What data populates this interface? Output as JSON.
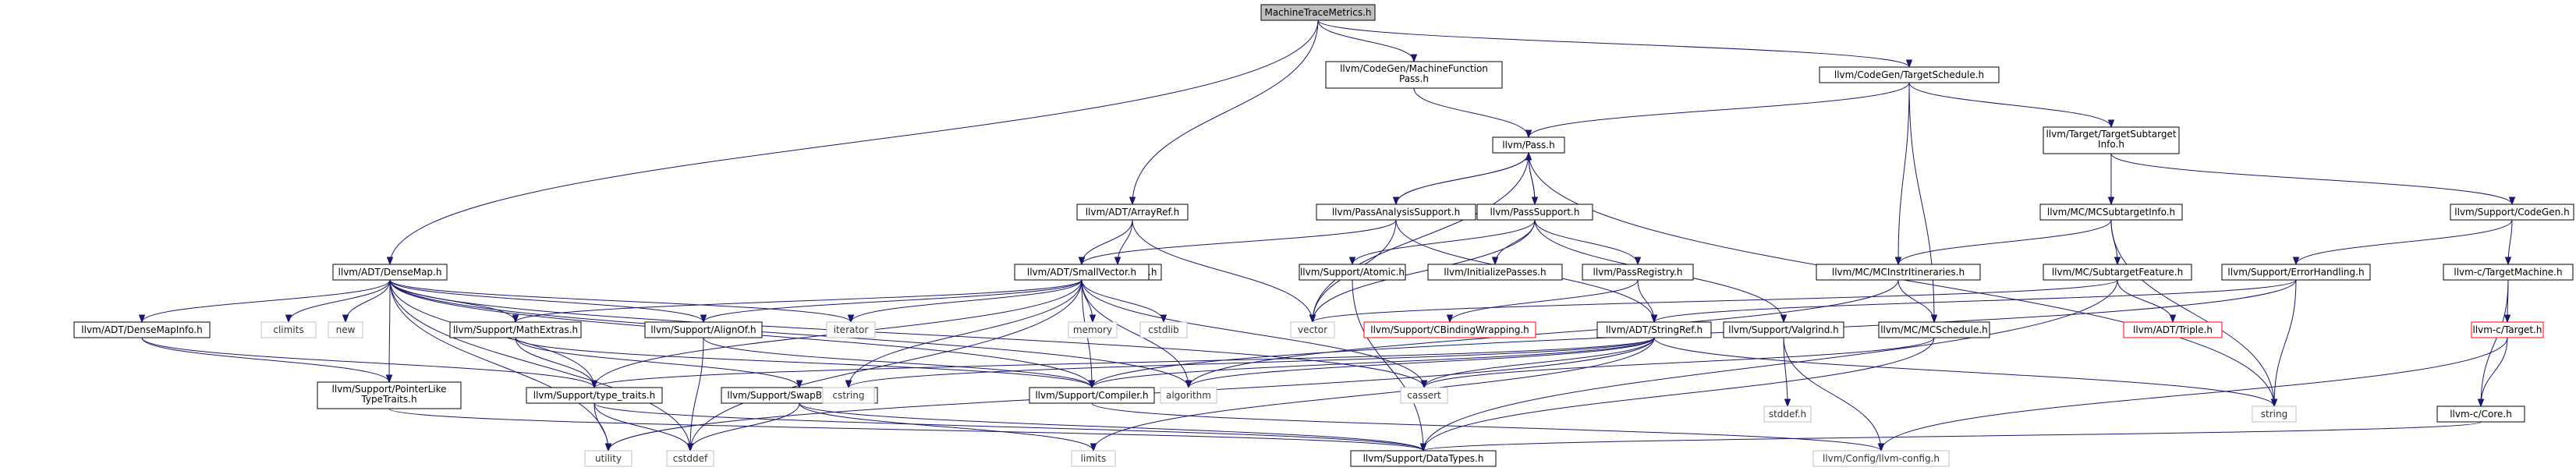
{
  "colors": {
    "edge": "#191970",
    "root_fill": "#bfbfbf",
    "ext_border": "#bfbfbf",
    "missing_border": "#ff0000"
  },
  "nodes": {
    "root": [
      "MachineTraceMetrics.h"
    ],
    "mfpass": [
      "llvm/CodeGen/MachineFunction",
      "Pass.h"
    ],
    "tsched": [
      "llvm/CodeGen/TargetSchedule.h"
    ],
    "pass": [
      "llvm/Pass.h"
    ],
    "tsubtarget": [
      "llvm/Target/TargetSubtarget",
      "Info.h"
    ],
    "arrayref": [
      "llvm/ADT/ArrayRef.h"
    ],
    "passanalysis": [
      "llvm/PassAnalysisSupport.h"
    ],
    "passsupport": [
      "llvm/PassSupport.h"
    ],
    "mcsubtargetinfo": [
      "llvm/MC/MCSubtargetInfo.h"
    ],
    "supcodegen": [
      "llvm/Support/CodeGen.h"
    ],
    "densemap": [
      "llvm/ADT/DenseMap.h"
    ],
    "none": [
      "llvm/ADT/None.h"
    ],
    "smallvector": [
      "llvm/ADT/SmallVector.h"
    ],
    "atomic": [
      "llvm/Support/Atomic.h"
    ],
    "initpasses": [
      "llvm/InitializePasses.h"
    ],
    "passregistry": [
      "llvm/PassRegistry.h"
    ],
    "mcinstritin": [
      "llvm/MC/MCInstrItineraries.h"
    ],
    "mcsubfeature": [
      "llvm/MC/SubtargetFeature.h"
    ],
    "errorhandling": [
      "llvm/Support/ErrorHandling.h"
    ],
    "targetmachine": [
      "llvm-c/TargetMachine.h"
    ],
    "densemapinfo": [
      "llvm/ADT/DenseMapInfo.h"
    ],
    "climits": [
      "climits"
    ],
    "new": [
      "new"
    ],
    "mathextras": [
      "llvm/Support/MathExtras.h"
    ],
    "alignof": [
      "llvm/Support/AlignOf.h"
    ],
    "iterator": [
      "iterator"
    ],
    "memory": [
      "memory"
    ],
    "cstdlib": [
      "cstdlib"
    ],
    "vector": [
      "vector"
    ],
    "cbinding": [
      "llvm/Support/CBindingWrapping.h"
    ],
    "stringref": [
      "llvm/ADT/StringRef.h"
    ],
    "valgrind": [
      "llvm/Support/Valgrind.h"
    ],
    "mcschedule": [
      "llvm/MC/MCSchedule.h"
    ],
    "triple": [
      "llvm/ADT/Triple.h"
    ],
    "ctarget": [
      "llvm-c/Target.h"
    ],
    "pointerlike": [
      "llvm/Support/PointerLike",
      "TypeTraits.h"
    ],
    "typetraits": [
      "llvm/Support/type_traits.h"
    ],
    "swapbyte": [
      "llvm/Support/SwapByteOrder.h"
    ],
    "cstring": [
      "cstring"
    ],
    "compiler": [
      "llvm/Support/Compiler.h"
    ],
    "algorithm": [
      "algorithm"
    ],
    "cassert": [
      "cassert"
    ],
    "stddef": [
      "stddef.h"
    ],
    "string": [
      "string"
    ],
    "ccore": [
      "llvm-c/Core.h"
    ],
    "utility": [
      "utility"
    ],
    "cstddef": [
      "cstddef"
    ],
    "limits": [
      "limits"
    ],
    "datatypes": [
      "llvm/Support/DataTypes.h"
    ],
    "config": [
      "llvm/Config/llvm-config.h"
    ]
  },
  "edges": [
    [
      "root",
      "mfpass"
    ],
    [
      "root",
      "tsched"
    ],
    [
      "root",
      "arrayref"
    ],
    [
      "root",
      "densemap"
    ],
    [
      "mfpass",
      "pass"
    ],
    [
      "tsched",
      "pass"
    ],
    [
      "tsched",
      "tsubtarget"
    ],
    [
      "tsched",
      "mcinstritin"
    ],
    [
      "tsched",
      "mcschedule"
    ],
    [
      "pass",
      "passanalysis"
    ],
    [
      "pass",
      "passsupport"
    ],
    [
      "pass",
      "string"
    ],
    [
      "pass",
      "vector"
    ],
    [
      "passanalysis",
      "pass"
    ],
    [
      "passanalysis",
      "smallvector"
    ],
    [
      "passanalysis",
      "vector"
    ],
    [
      "passanalysis",
      "stringref"
    ],
    [
      "passsupport",
      "pass"
    ],
    [
      "passsupport",
      "atomic"
    ],
    [
      "passsupport",
      "initpasses"
    ],
    [
      "passsupport",
      "passregistry"
    ],
    [
      "passsupport",
      "valgrind"
    ],
    [
      "passsupport",
      "vector"
    ],
    [
      "arrayref",
      "none"
    ],
    [
      "arrayref",
      "smallvector"
    ],
    [
      "arrayref",
      "vector"
    ],
    [
      "tsubtarget",
      "mcsubtargetinfo"
    ],
    [
      "tsubtarget",
      "supcodegen"
    ],
    [
      "mcsubtargetinfo",
      "mcinstritin"
    ],
    [
      "mcsubtargetinfo",
      "mcsubfeature"
    ],
    [
      "mcsubtargetinfo",
      "string"
    ],
    [
      "supcodegen",
      "targetmachine"
    ],
    [
      "supcodegen",
      "errorhandling"
    ],
    [
      "densemap",
      "densemapinfo"
    ],
    [
      "densemap",
      "climits"
    ],
    [
      "densemap",
      "new"
    ],
    [
      "densemap",
      "mathextras"
    ],
    [
      "densemap",
      "alignof"
    ],
    [
      "densemap",
      "iterator"
    ],
    [
      "densemap",
      "pointerlike"
    ],
    [
      "densemap",
      "typetraits"
    ],
    [
      "densemap",
      "utility"
    ],
    [
      "densemap",
      "cstddef"
    ],
    [
      "densemap",
      "algorithm"
    ],
    [
      "densemap",
      "cassert"
    ],
    [
      "densemap",
      "compiler"
    ],
    [
      "smallvector",
      "mathextras"
    ],
    [
      "smallvector",
      "alignof"
    ],
    [
      "smallvector",
      "iterator"
    ],
    [
      "smallvector",
      "memory"
    ],
    [
      "smallvector",
      "cstdlib"
    ],
    [
      "smallvector",
      "typetraits"
    ],
    [
      "smallvector",
      "cstring"
    ],
    [
      "smallvector",
      "compiler"
    ],
    [
      "smallvector",
      "algorithm"
    ],
    [
      "smallvector",
      "cassert"
    ],
    [
      "smallvector",
      "cstddef"
    ],
    [
      "atomic",
      "datatypes"
    ],
    [
      "passregistry",
      "cbinding"
    ],
    [
      "passregistry",
      "stringref"
    ],
    [
      "mcinstritin",
      "mcschedule"
    ],
    [
      "mcinstritin",
      "algorithm"
    ],
    [
      "mcsubfeature",
      "triple"
    ],
    [
      "mcsubfeature",
      "vector"
    ],
    [
      "mcsubfeature",
      "datatypes"
    ],
    [
      "errorhandling",
      "stringref"
    ],
    [
      "errorhandling",
      "string"
    ],
    [
      "errorhandling",
      "compiler"
    ],
    [
      "targetmachine",
      "ctarget"
    ],
    [
      "targetmachine",
      "ccore"
    ],
    [
      "densemapinfo",
      "pointerlike"
    ],
    [
      "densemapinfo",
      "typetraits"
    ],
    [
      "mathextras",
      "swapbyte"
    ],
    [
      "mathextras",
      "typetraits"
    ],
    [
      "mathextras",
      "compiler"
    ],
    [
      "alignof",
      "compiler"
    ],
    [
      "alignof",
      "cstddef"
    ],
    [
      "stringref",
      "typetraits"
    ],
    [
      "stringref",
      "cstring"
    ],
    [
      "stringref",
      "algorithm"
    ],
    [
      "stringref",
      "cassert"
    ],
    [
      "stringref",
      "limits"
    ],
    [
      "stringref",
      "utility"
    ],
    [
      "stringref",
      "string"
    ],
    [
      "stringref",
      "compiler"
    ],
    [
      "valgrind",
      "config"
    ],
    [
      "valgrind",
      "stddef"
    ],
    [
      "mcschedule",
      "cassert"
    ],
    [
      "mcschedule",
      "datatypes"
    ],
    [
      "ctarget",
      "ccore"
    ],
    [
      "ctarget",
      "config"
    ],
    [
      "ccore",
      "datatypes"
    ],
    [
      "pointerlike",
      "datatypes"
    ],
    [
      "typetraits",
      "utility"
    ],
    [
      "typetraits",
      "cstddef"
    ],
    [
      "typetraits",
      "datatypes"
    ],
    [
      "swapbyte",
      "cstddef"
    ],
    [
      "swapbyte",
      "limits"
    ],
    [
      "swapbyte",
      "datatypes"
    ],
    [
      "compiler",
      "config"
    ]
  ]
}
